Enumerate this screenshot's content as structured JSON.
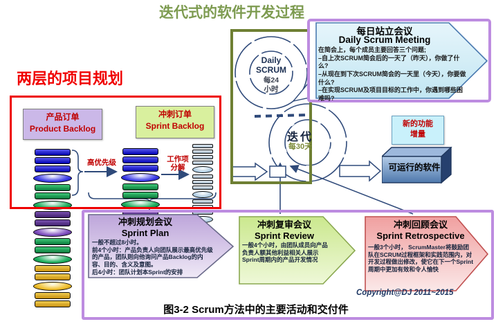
{
  "title": "迭代式的软件开发过程",
  "planning": {
    "heading": "两层的项目规划",
    "product_backlog": "产品订单\nProduct Backlog",
    "sprint_backlog": "冲刺订单\nSprint Backlog",
    "arrow1_label": "高优先级",
    "arrow2_label": "工作项\n分解"
  },
  "rings": {
    "daily": {
      "en": "Daily\nSCRUM",
      "cn": "每24\n小时"
    },
    "iteration": {
      "title": "迭代",
      "subtitle": "每30天"
    }
  },
  "meeting": {
    "title": "每日站立会议",
    "subtitle": "Daily Scrum Meeting",
    "body": "在简会上，每个成员主要回答三个问题;\n–自上次SCRUM简会后的一天了（昨天），你做了什么?\n–从现在到下次SCRUM简会的一天里（今天），你要做什么?\n–在实现SCRUM及项目目标的工作中，你遇到哪些困难吗?"
  },
  "increment_note": "新的功能\n增量",
  "software_box": "可运行的软件",
  "sprint_plan": {
    "title": "冲刺规划会议",
    "subtitle": "Sprint Plan",
    "body": "一般不超过8小时。\n前4个小时：产品负责人向团队展示最高优先级的产品，团队则向他询问产品Backlog的内容、目的、含义及意图。\n后4小时：团队计划本Sprint的安排"
  },
  "sprint_review": {
    "title": "冲刺复审会议",
    "subtitle": "Sprint Review",
    "body": "一般4个小时，由团队成员向产品负责人额其他利益相关人展示Sprint周期内的产品开发情况"
  },
  "sprint_retrospective": {
    "title": "冲刺回顾会议",
    "subtitle": "Sprint Retrospective",
    "body": "一般3个小时， ScrumMaster将鼓励团队在SCRUM过程框架和实践范围内，对开发过程做出修改，使它在下一个Sprint周期中更加有效和令人愉快"
  },
  "footer": {
    "copyright": "Copyright@DJ 2011~2015",
    "caption": "图3-2 Scrum方法中的主要活动和交付件"
  },
  "colors": {
    "title_green": "#7d9b50",
    "heading_red": "#f00000",
    "red_frame": "#ee0000",
    "olive_frame": "#6e7f33",
    "purple_frame": "#bd8ce0",
    "connector_navy": "#2f4a7a",
    "note_purple": "#cbb8e8",
    "note_green": "#d9f09e",
    "note_cyan": "#c9f1fb",
    "meeting_cyan": "#d8eef6",
    "pent_purple": "#c0a8dc",
    "pent_green": "#cfe898",
    "pent_pink": "#f0a8a8"
  },
  "stacks": {
    "product": [
      "bar bar-blue",
      "bar bar-blue",
      "bar bar-blue",
      "ell ell-blue",
      "bar bar-green",
      "bar bar-green",
      "ell ell-green",
      "bar bar-purple",
      "bar bar-purple",
      "ell ell-purple",
      "bar bar-green",
      "bar bar-green",
      "ell ell-green",
      "bar bar-gold",
      "bar bar-gold",
      "ell ell-gold",
      "bar bar-gold",
      "bar bar-gold"
    ],
    "sprint": [
      "bar bar-blue",
      "bar bar-blue",
      "bar bar-blue",
      "ell ell-blue",
      "bar bar-green",
      "bar bar-green",
      "ell ell-green",
      "bar bar-purple"
    ],
    "tasks": [
      "bar bar-steel",
      "bar bar-steel",
      "bar bar-steel",
      "bar bar-steel",
      "ell ell-lblue",
      "bar bar-steel",
      "bar bar-steel",
      "bar bar-steel",
      "ell ell-lblue",
      "bar bar-steel",
      "bar bar-steel",
      "bar bar-steel",
      "ell ell-lblue"
    ]
  }
}
